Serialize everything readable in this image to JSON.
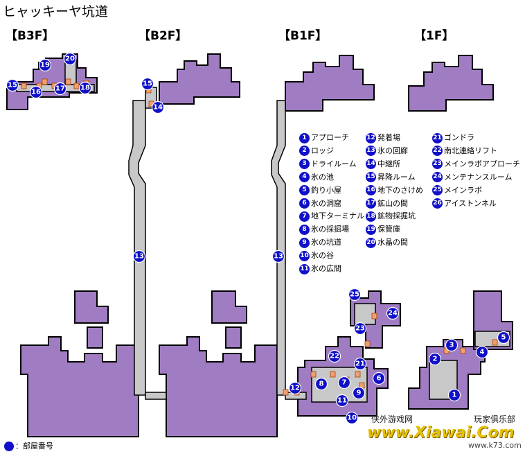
{
  "title": "ヒャッキーヤ坑道",
  "floors": [
    "【B3F】",
    "【B2F】",
    "【B1F】",
    "【1F】"
  ],
  "legend_rooms": [
    {
      "num": "1",
      "name": "アプローチ"
    },
    {
      "num": "2",
      "name": "ロッジ"
    },
    {
      "num": "3",
      "name": "ドライルーム"
    },
    {
      "num": "4",
      "name": "氷の池"
    },
    {
      "num": "5",
      "name": "釣り小屋"
    },
    {
      "num": "6",
      "name": "氷の洞窟"
    },
    {
      "num": "7",
      "name": "地下ターミナル"
    },
    {
      "num": "8",
      "name": "氷の採掘場"
    },
    {
      "num": "9",
      "name": "氷の坑道"
    },
    {
      "num": "10",
      "name": "氷の谷"
    },
    {
      "num": "11",
      "name": "氷の広間"
    },
    {
      "num": "12",
      "name": "発着場"
    },
    {
      "num": "13",
      "name": "氷の回廊"
    },
    {
      "num": "14",
      "name": "中継所"
    },
    {
      "num": "15",
      "name": "昇降ルーム"
    },
    {
      "num": "16",
      "name": "地下のさけめ"
    },
    {
      "num": "17",
      "name": "鉱山の間"
    },
    {
      "num": "18",
      "name": "鉱物採掘坑"
    },
    {
      "num": "19",
      "name": "保管庫"
    },
    {
      "num": "20",
      "name": "水晶の間"
    },
    {
      "num": "21",
      "name": "ゴンドラ"
    },
    {
      "num": "22",
      "name": "南北連絡リフト"
    },
    {
      "num": "23",
      "name": "メインラボアプローチ"
    },
    {
      "num": "24",
      "name": "メンテナンスルーム"
    },
    {
      "num": "25",
      "name": "メインラボ"
    },
    {
      "num": "26",
      "name": "アイストンネル"
    }
  ],
  "key_label": "：部屋番号",
  "colors": {
    "area": "#a07cc2",
    "corridor": "#c8c8c8",
    "marker": "#1010c8",
    "door": "#f0a070"
  },
  "watermark": {
    "cn": "侠外游戏网",
    "club": "玩家俱乐部",
    "url": "www.Xiawai.Com",
    "url2": "www.k73.com"
  }
}
